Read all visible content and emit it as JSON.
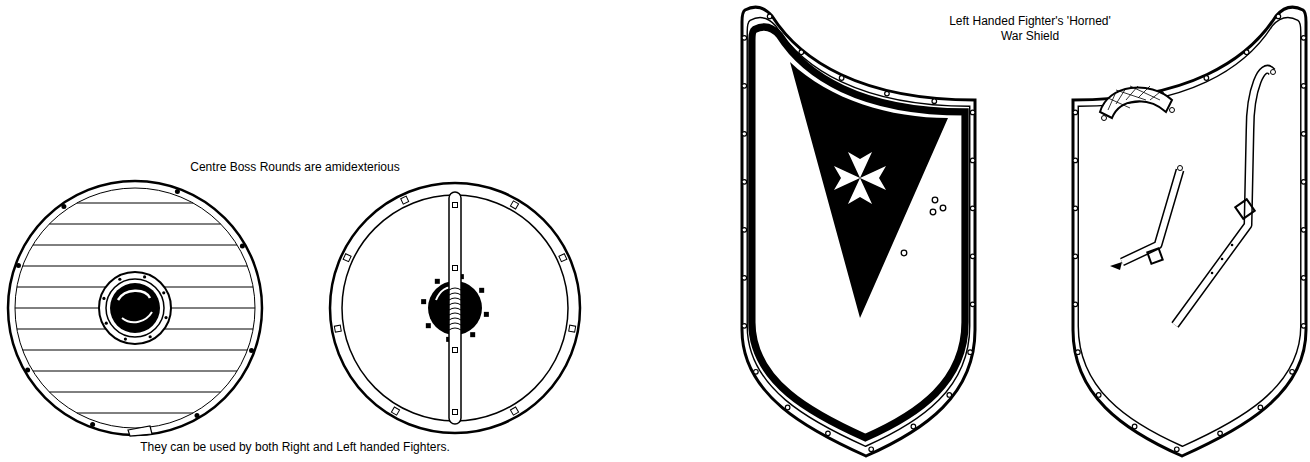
{
  "diagram": {
    "labels": [
      "Centre Boss Rounds are amidexterious",
      "They can be used by both Right and Left handed Fighters.",
      "Left Handed Fighter's 'Horned' War Shield"
    ]
  }
}
